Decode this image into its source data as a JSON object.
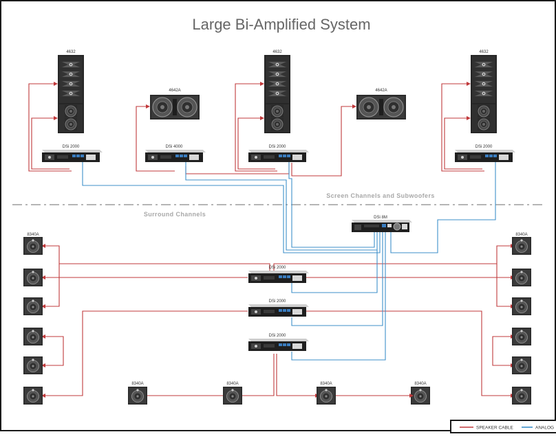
{
  "title": "Large Bi-Amplified System",
  "sections": {
    "screen": "Screen Channels and Subwoofers",
    "surround": "Surround Channels"
  },
  "legend": {
    "speaker": "SPEAKER CABLE",
    "analog": "ANALOG"
  },
  "colors": {
    "speaker_cable": "#c0393b",
    "analog": "#3c8fc9"
  },
  "labels": {
    "tower": "4632",
    "sub": "4642A",
    "surround": "8340A",
    "dsi2000": "DSi 2000",
    "dsi4000": "DSi 4000",
    "dsi8m": "DSi 8M"
  }
}
